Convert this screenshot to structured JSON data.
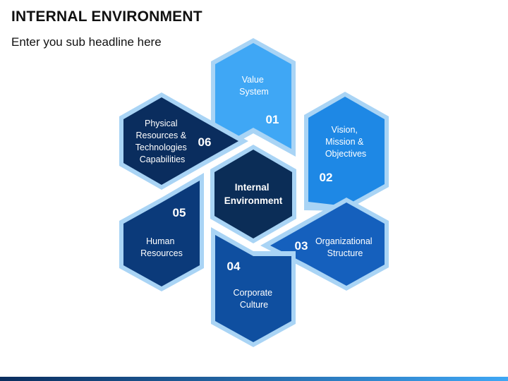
{
  "header": {
    "title": "INTERNAL ENVIRONMENT",
    "subtitle": "Enter you sub headline here"
  },
  "center": {
    "line1": "Internal",
    "line2": "Environment"
  },
  "segments": [
    {
      "number": "01",
      "lines": [
        "Value",
        "System"
      ],
      "color": "#3fa7f5"
    },
    {
      "number": "02",
      "lines": [
        "Vision,",
        "Mission &",
        "Objectives"
      ],
      "color": "#1e88e5"
    },
    {
      "number": "03",
      "lines": [
        "Organizational",
        "Structure"
      ],
      "color": "#1560bd"
    },
    {
      "number": "04",
      "lines": [
        "Corporate",
        "Culture"
      ],
      "color": "#0f4fa0"
    },
    {
      "number": "05",
      "lines": [
        "Human",
        "Resources"
      ],
      "color": "#0b3a7a"
    },
    {
      "number": "06",
      "lines": [
        "Physical",
        "Resources &",
        "Technologies",
        "Capabilities"
      ],
      "color": "#0a2d5e"
    }
  ],
  "colors": {
    "center": "#0b2d57",
    "outline": "#a9d4f5",
    "footer_left": "#0a2d5e",
    "footer_right": "#3fa7f5"
  }
}
